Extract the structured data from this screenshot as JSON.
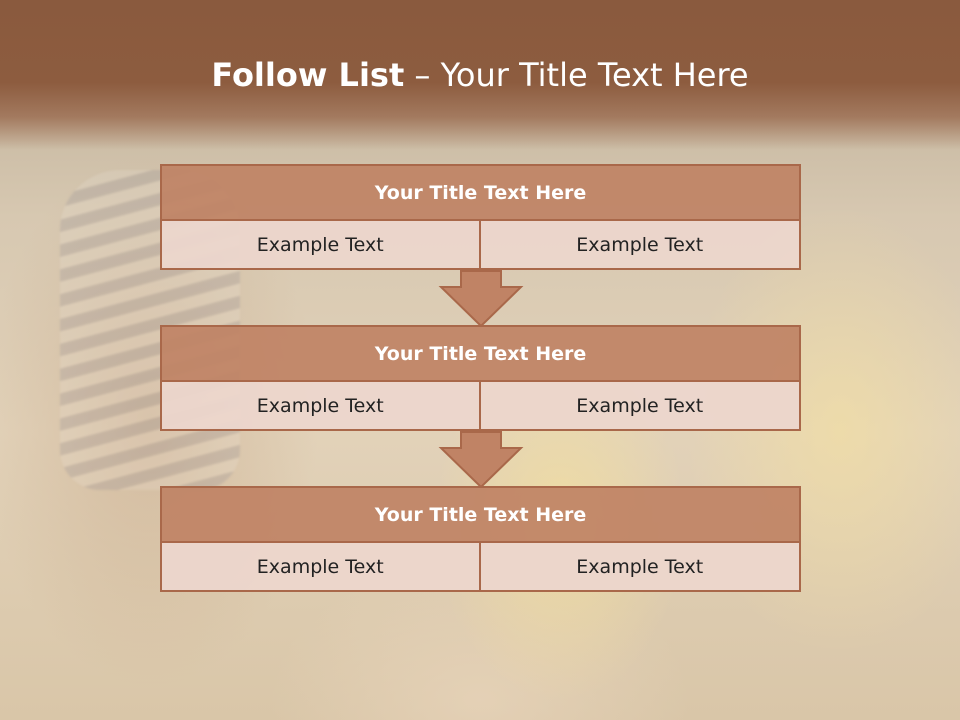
{
  "slide": {
    "title_strong": "Follow List",
    "title_rest": " – Your Title Text Here"
  },
  "steps": [
    {
      "title": "Your Title Text Here",
      "left_text": "Example Text",
      "right_text": "Example Text"
    },
    {
      "title": "Your Title Text Here",
      "left_text": "Example Text",
      "right_text": "Example Text"
    },
    {
      "title": "Your Title Text Here",
      "left_text": "Example Text",
      "right_text": "Example Text"
    }
  ],
  "colors": {
    "header": "#8a5a3e",
    "box_title": "#c08365",
    "box_border": "#a9684a",
    "box_cell": "#ecd6cc"
  },
  "icons": [
    "down-arrow-icon"
  ]
}
